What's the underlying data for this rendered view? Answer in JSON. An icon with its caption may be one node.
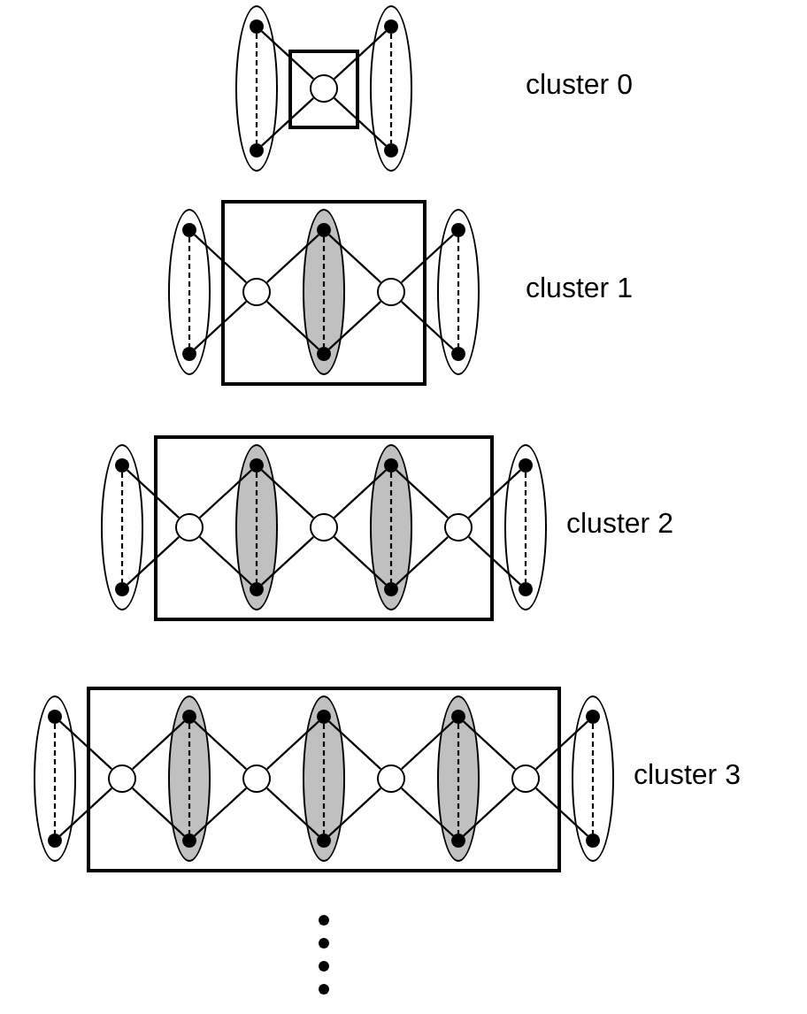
{
  "diagram": {
    "nodes": [
      {
        "text": [],
        "shape": "ellipse"
      },
      {
        "text": [],
        "shape": "dot",
        "in": 0
      },
      {
        "text": [],
        "shape": "dot",
        "in": 0
      },
      {
        "text": [],
        "shape": "box"
      },
      {
        "text": [],
        "shape": "circle",
        "in": 3
      },
      {
        "text": [],
        "shape": "ellipse"
      },
      {
        "text": [],
        "shape": "dot",
        "in": 5
      },
      {
        "text": [],
        "shape": "dot",
        "in": 5
      },
      {
        "text": [],
        "shape": "ellipse"
      },
      {
        "text": [],
        "shape": "dot",
        "in": 8
      },
      {
        "text": [],
        "shape": "dot",
        "in": 8
      },
      {
        "text": [],
        "shape": "box"
      },
      {
        "text": [],
        "shape": "circle",
        "in": 11
      },
      {
        "text": [],
        "shape": "ellipse",
        "in": 11
      },
      {
        "text": [],
        "shape": "dot",
        "in": 13
      },
      {
        "text": [],
        "shape": "dot",
        "in": 13
      },
      {
        "text": [],
        "shape": "circle",
        "in": 11
      },
      {
        "text": [],
        "shape": "ellipse"
      },
      {
        "text": [],
        "shape": "dot",
        "in": 17
      },
      {
        "text": [],
        "shape": "dot",
        "in": 17
      },
      {
        "text": [],
        "shape": "ellipse"
      },
      {
        "text": [],
        "shape": "dot",
        "in": 20
      },
      {
        "text": [],
        "shape": "dot",
        "in": 20
      },
      {
        "text": [],
        "shape": "box"
      },
      {
        "text": [],
        "shape": "circle",
        "in": 23
      },
      {
        "text": [],
        "shape": "ellipse",
        "in": 23
      },
      {
        "text": [],
        "shape": "dot",
        "in": 25
      },
      {
        "text": [],
        "shape": "dot",
        "in": 25
      },
      {
        "text": [],
        "shape": "circle",
        "in": 23
      },
      {
        "text": [],
        "shape": "ellipse",
        "in": 23
      },
      {
        "text": [],
        "shape": "dot",
        "in": 29
      },
      {
        "text": [],
        "shape": "dot",
        "in": 29
      },
      {
        "text": [],
        "shape": "circle",
        "in": 23
      },
      {
        "text": [],
        "shape": "ellipse"
      },
      {
        "text": [],
        "shape": "dot",
        "in": 33
      },
      {
        "text": [],
        "shape": "dot",
        "in": 33
      },
      {
        "text": [],
        "shape": "ellipse"
      },
      {
        "text": [],
        "shape": "dot",
        "in": 36
      },
      {
        "text": [],
        "shape": "dot",
        "in": 36
      },
      {
        "text": [],
        "shape": "box"
      },
      {
        "text": [],
        "shape": "circle",
        "in": 39
      },
      {
        "text": [],
        "shape": "ellipse",
        "in": 39
      },
      {
        "text": [],
        "shape": "dot",
        "in": 41
      },
      {
        "text": [],
        "shape": "dot",
        "in": 41
      },
      {
        "text": [],
        "shape": "circle",
        "in": 39
      },
      {
        "text": [],
        "shape": "ellipse",
        "in": 39
      },
      {
        "text": [],
        "shape": "dot",
        "in": 45
      },
      {
        "text": [],
        "shape": "dot",
        "in": 45
      },
      {
        "text": [],
        "shape": "circle",
        "in": 39
      },
      {
        "text": [],
        "shape": "ellipse",
        "in": 39
      },
      {
        "text": [],
        "shape": "dot",
        "in": 49
      },
      {
        "text": [],
        "shape": "dot",
        "in": 49
      },
      {
        "text": [],
        "shape": "circle",
        "in": 39
      },
      {
        "text": [],
        "shape": "ellipse"
      },
      {
        "text": [],
        "shape": "dot",
        "in": 53
      },
      {
        "text": [],
        "shape": "dot",
        "in": 53
      }
    ],
    "edges": [
      {
        "from": 1,
        "to": 2,
        "arrow": "none",
        "style": "dashed"
      },
      {
        "from": 6,
        "to": 7,
        "arrow": "none",
        "style": "dashed"
      },
      {
        "from": 1,
        "to": 4,
        "arrow": "none"
      },
      {
        "from": 2,
        "to": 4,
        "arrow": "none"
      },
      {
        "from": 4,
        "to": 6,
        "arrow": "none"
      },
      {
        "from": 4,
        "to": 7,
        "arrow": "none"
      },
      {
        "from": 9,
        "to": 10,
        "arrow": "none",
        "style": "dashed"
      },
      {
        "from": 14,
        "to": 15,
        "arrow": "none",
        "style": "dashed"
      },
      {
        "from": 18,
        "to": 19,
        "arrow": "none",
        "style": "dashed"
      },
      {
        "from": 9,
        "to": 12,
        "arrow": "none"
      },
      {
        "from": 10,
        "to": 12,
        "arrow": "none"
      },
      {
        "from": 12,
        "to": 14,
        "arrow": "none"
      },
      {
        "from": 12,
        "to": 15,
        "arrow": "none"
      },
      {
        "from": 14,
        "to": 16,
        "arrow": "none"
      },
      {
        "from": 15,
        "to": 16,
        "arrow": "none"
      },
      {
        "from": 16,
        "to": 18,
        "arrow": "none"
      },
      {
        "from": 16,
        "to": 19,
        "arrow": "none"
      },
      {
        "from": 21,
        "to": 22,
        "arrow": "none",
        "style": "dashed"
      },
      {
        "from": 26,
        "to": 27,
        "arrow": "none",
        "style": "dashed"
      },
      {
        "from": 30,
        "to": 31,
        "arrow": "none",
        "style": "dashed"
      },
      {
        "from": 34,
        "to": 35,
        "arrow": "none",
        "style": "dashed"
      },
      {
        "from": 21,
        "to": 24,
        "arrow": "none"
      },
      {
        "from": 22,
        "to": 24,
        "arrow": "none"
      },
      {
        "from": 24,
        "to": 26,
        "arrow": "none"
      },
      {
        "from": 24,
        "to": 27,
        "arrow": "none"
      },
      {
        "from": 26,
        "to": 28,
        "arrow": "none"
      },
      {
        "from": 27,
        "to": 28,
        "arrow": "none"
      },
      {
        "from": 28,
        "to": 30,
        "arrow": "none"
      },
      {
        "from": 28,
        "to": 31,
        "arrow": "none"
      },
      {
        "from": 30,
        "to": 32,
        "arrow": "none"
      },
      {
        "from": 31,
        "to": 32,
        "arrow": "none"
      },
      {
        "from": 32,
        "to": 34,
        "arrow": "none"
      },
      {
        "from": 32,
        "to": 35,
        "arrow": "none"
      },
      {
        "from": 37,
        "to": 38,
        "arrow": "none",
        "style": "dashed"
      },
      {
        "from": 42,
        "to": 43,
        "arrow": "none",
        "style": "dashed"
      },
      {
        "from": 46,
        "to": 47,
        "arrow": "none",
        "style": "dashed"
      },
      {
        "from": 50,
        "to": 51,
        "arrow": "none",
        "style": "dashed"
      },
      {
        "from": 54,
        "to": 55,
        "arrow": "none",
        "style": "dashed"
      },
      {
        "from": 37,
        "to": 40,
        "arrow": "none"
      },
      {
        "from": 38,
        "to": 40,
        "arrow": "none"
      },
      {
        "from": 40,
        "to": 42,
        "arrow": "none"
      },
      {
        "from": 40,
        "to": 43,
        "arrow": "none"
      },
      {
        "from": 42,
        "to": 44,
        "arrow": "none"
      },
      {
        "from": 43,
        "to": 44,
        "arrow": "none"
      },
      {
        "from": 44,
        "to": 46,
        "arrow": "none"
      },
      {
        "from": 44,
        "to": 47,
        "arrow": "none"
      },
      {
        "from": 46,
        "to": 48,
        "arrow": "none"
      },
      {
        "from": 47,
        "to": 48,
        "arrow": "none"
      },
      {
        "from": 48,
        "to": 50,
        "arrow": "none"
      },
      {
        "from": 48,
        "to": 51,
        "arrow": "none"
      },
      {
        "from": 50,
        "to": 52,
        "arrow": "none"
      },
      {
        "from": 51,
        "to": 52,
        "arrow": "none"
      },
      {
        "from": 52,
        "to": 54,
        "arrow": "none"
      },
      {
        "from": 52,
        "to": 55,
        "arrow": "none"
      }
    ],
    "labels": [
      "cluster 0",
      "cluster 1",
      "cluster 2",
      "cluster 3"
    ]
  }
}
